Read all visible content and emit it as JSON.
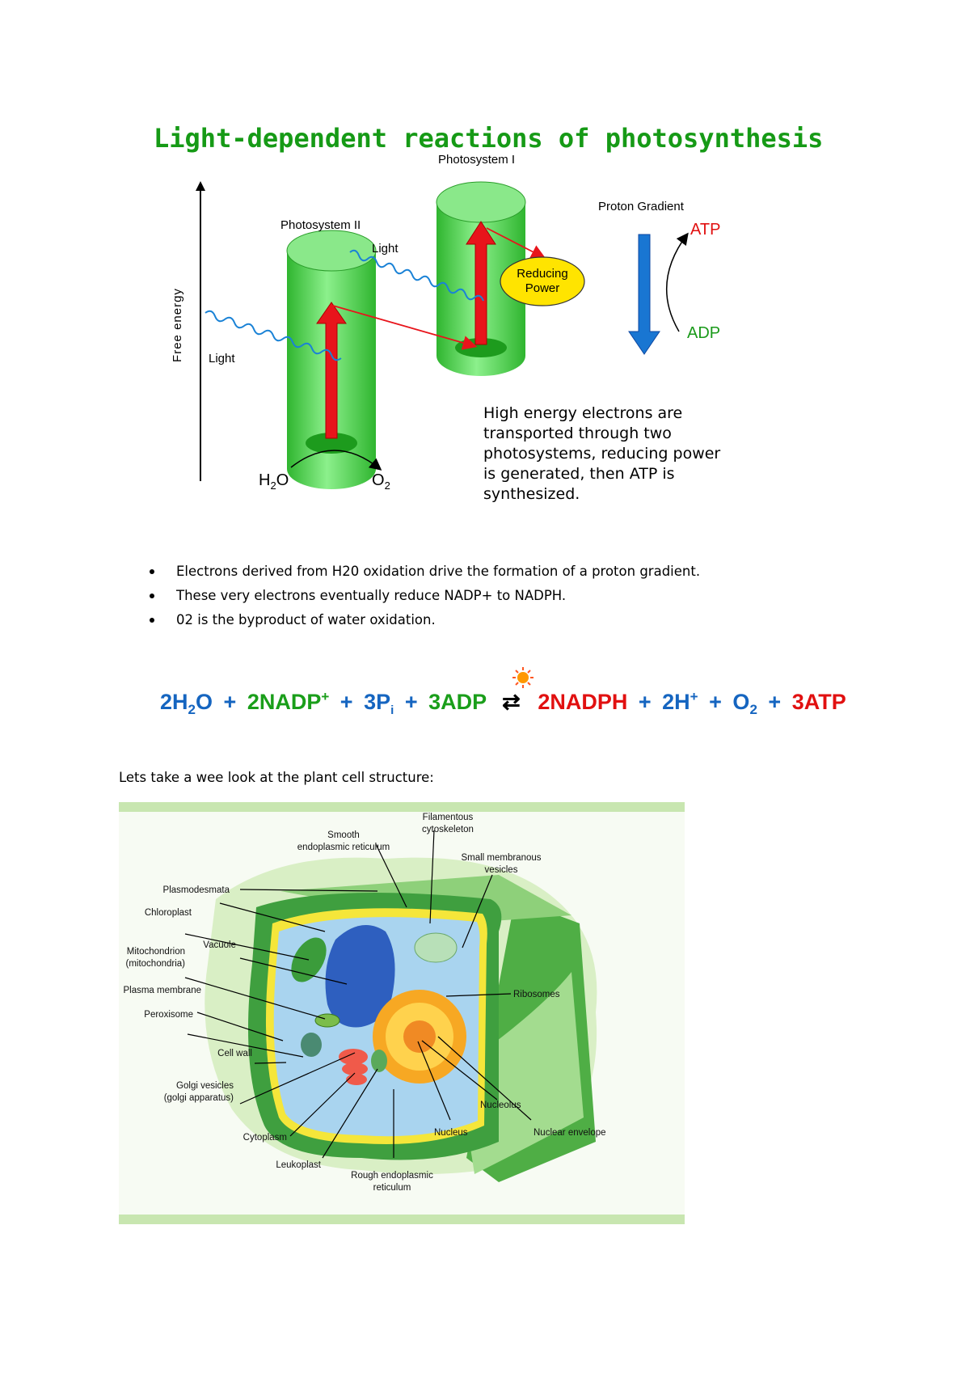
{
  "photosynthesis_figure": {
    "title": "Light-dependent reactions of photosynthesis",
    "y_axis_label": "Free energy",
    "photosystem_ii": "Photosystem II",
    "photosystem_i": "Photosystem I",
    "light_1": "Light",
    "light_2": "Light",
    "reducing_power_line1": "Reducing",
    "reducing_power_line2": "Power",
    "proton_gradient": "Proton Gradient",
    "atp": "ATP",
    "adp": "ADP",
    "water_main": "H",
    "water_sub": "2",
    "water_tail": "O",
    "oxygen_main": "O",
    "oxygen_sub": "2",
    "caption_lines": [
      "High energy electrons are",
      "transported through two",
      "photosystems, reducing power",
      "is generated, then ATP is",
      "synthesized."
    ],
    "colors": {
      "title": "#169a16",
      "atp": "#e11010",
      "adp": "#1a9a1a",
      "cylinder": "#5cd65c",
      "arrow_red": "#e8141b",
      "arrow_blue": "#1976d2",
      "reducing_fill": "#ffe400"
    }
  },
  "bullets": [
    "Electrons derived from H20 oxidation drive the formation of a proton gradient.",
    "These very electrons eventually reduce NADP+ to NADPH.",
    "02 is the byproduct of water oxidation."
  ],
  "equation": {
    "reactants": {
      "h2o_coef": "2H",
      "h2o_sub": "2",
      "h2o_tail": "O",
      "plus1": "+",
      "nadp": "2NADP",
      "nadp_sup": "+",
      "plus2": "+",
      "pi": "3P",
      "pi_sub": "i",
      "plus3": "+",
      "adp": "3ADP"
    },
    "arrow": "⇄",
    "products": {
      "nadph": "2NADPH",
      "plus4": "+",
      "h": "2H",
      "h_sup": "+",
      "plus5": "+",
      "o2": "O",
      "o2_sub": "2",
      "plus6": "+",
      "atp": "3ATP"
    },
    "colors": {
      "reactant": "#1565c0",
      "reactant_alt": "#1a9e1a",
      "product": "#e11010",
      "sun": "#ff9800"
    }
  },
  "intro_text": "Lets take a wee look at the plant cell structure:",
  "cell_figure": {
    "labels": {
      "filamentous_1": "Filamentous",
      "filamentous_2": "cytoskeleton",
      "smooth_er_1": "Smooth",
      "smooth_er_2": "endoplasmic reticulum",
      "small_vesicles_1": "Small membranous",
      "small_vesicles_2": "vesicles",
      "plasmodesmata": "Plasmodesmata",
      "chloroplast": "Chloroplast",
      "vacuole": "Vacuole",
      "mitochondrion_1": "Mitochondrion",
      "mitochondrion_2": "(mitochondria)",
      "plasma_membrane": "Plasma membrane",
      "peroxisome": "Peroxisome",
      "cell_wall": "Cell wall",
      "golgi_1": "Golgi vesicles",
      "golgi_2": "(golgi apparatus)",
      "cytoplasm": "Cytoplasm",
      "leukoplast": "Leukoplast",
      "rough_er_1": "Rough endoplasmic",
      "rough_er_2": "reticulum",
      "ribosomes": "Ribosomes",
      "nucleolus": "Nucleolus",
      "nucleus": "Nucleus",
      "nuclear_envelope": "Nuclear envelope"
    },
    "colors": {
      "frame": "#c8e6b0",
      "wall_dark": "#3f9f3f",
      "wall_light": "#7cc96a",
      "cytoplasm": "#a9d4ef",
      "vacuole": "#2e5fbf",
      "nucleus": "#f7a823",
      "membrane": "#f5e63a"
    }
  }
}
